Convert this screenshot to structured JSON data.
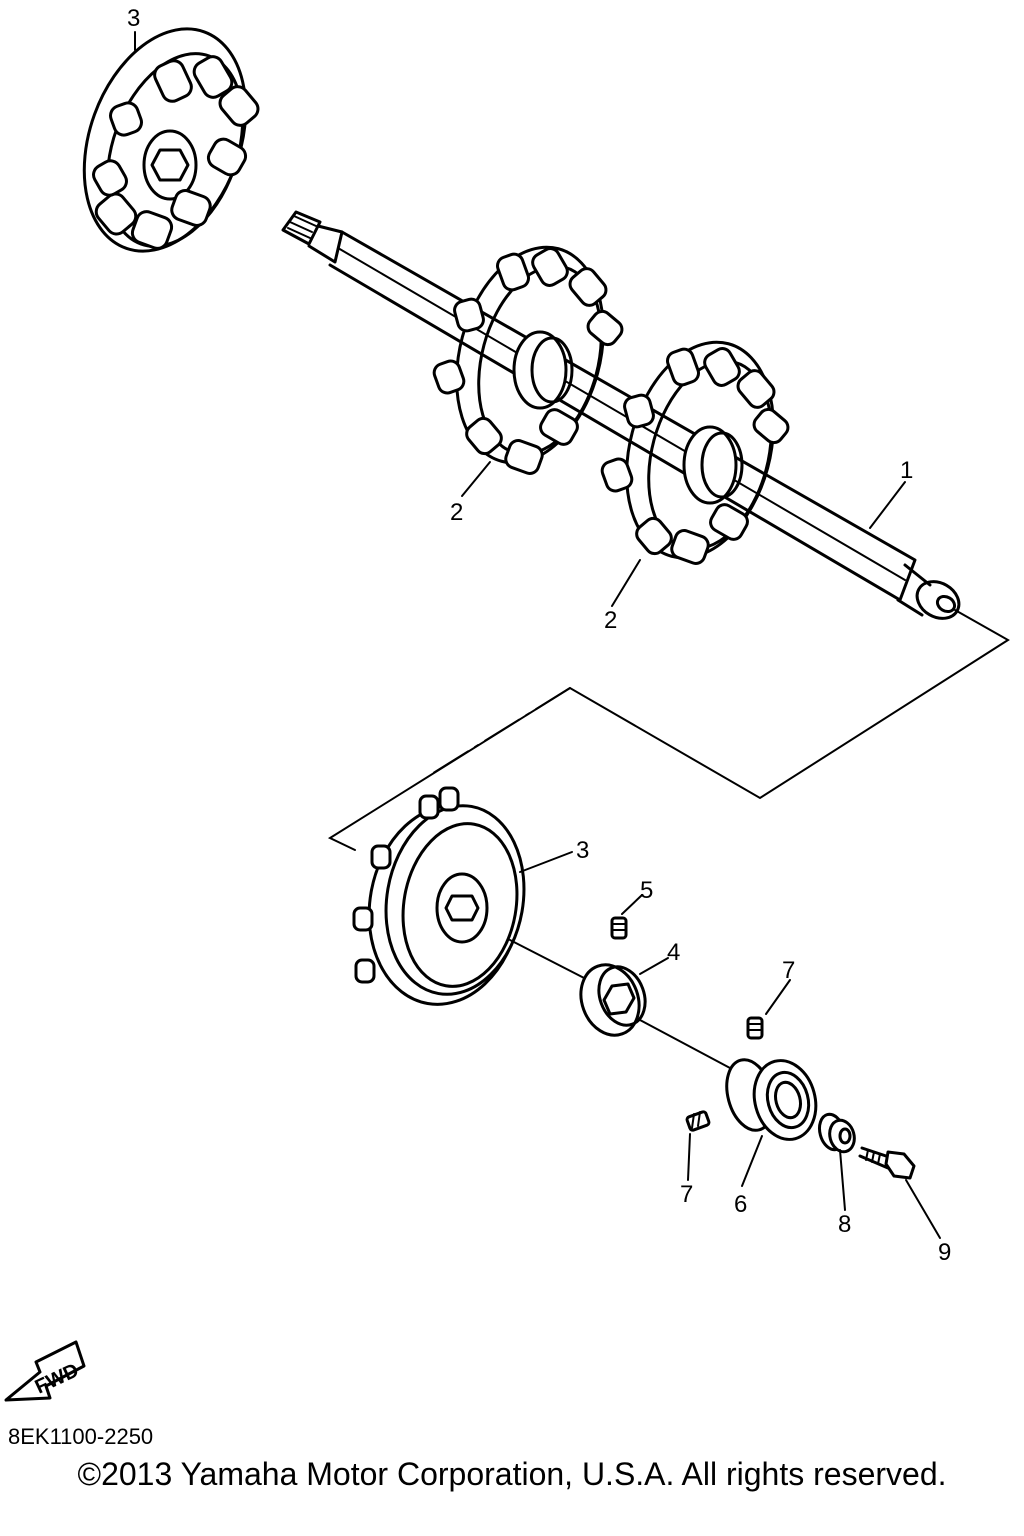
{
  "callouts": {
    "c1": "1",
    "c2a": "2",
    "c2b": "2",
    "c3_top": "3",
    "c3_bottom": "3",
    "c4": "4",
    "c5": "5",
    "c6": "6",
    "c7_top": "7",
    "c7_bottom": "7",
    "c8": "8",
    "c9": "9"
  },
  "fwd_label": "FWD",
  "diagram_code": "8EK1100-2250",
  "copyright": "©2013 Yamaha Motor Corporation, U.S.A. All rights reserved."
}
